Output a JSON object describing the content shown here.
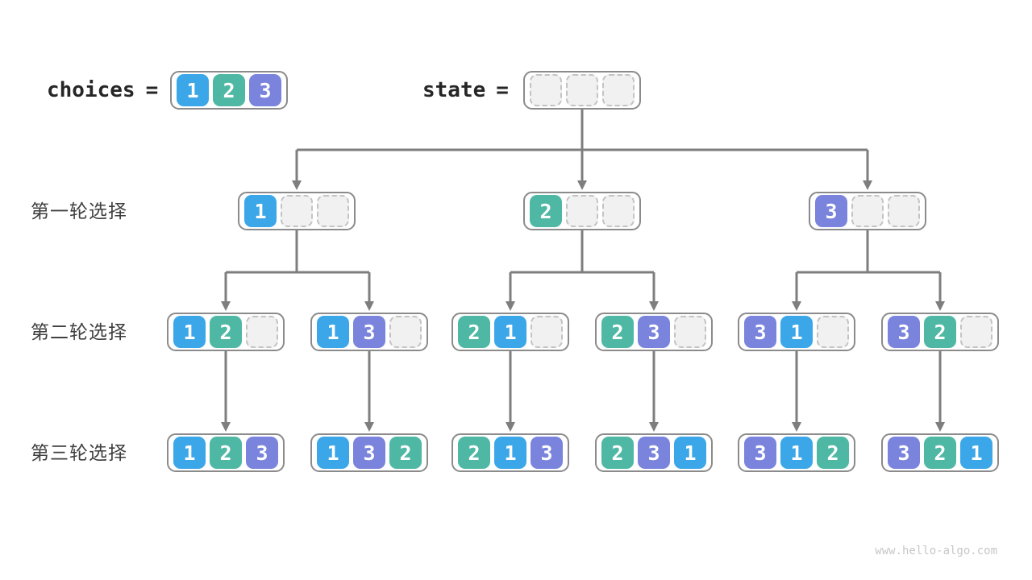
{
  "header": {
    "choices_label": "choices",
    "choices_eq": "=",
    "choices_values": [
      "1",
      "2",
      "3"
    ],
    "state_label": "state",
    "state_eq": "=",
    "state_slots": [
      "",
      "",
      ""
    ]
  },
  "rows": [
    {
      "label": "第一轮选择",
      "boxes": [
        [
          "1",
          "",
          ""
        ],
        [
          "2",
          "",
          ""
        ],
        [
          "3",
          "",
          ""
        ]
      ]
    },
    {
      "label": "第二轮选择",
      "boxes": [
        [
          "1",
          "2",
          ""
        ],
        [
          "1",
          "3",
          ""
        ],
        [
          "2",
          "1",
          ""
        ],
        [
          "2",
          "3",
          ""
        ],
        [
          "3",
          "1",
          ""
        ],
        [
          "3",
          "2",
          ""
        ]
      ]
    },
    {
      "label": "第三轮选择",
      "boxes": [
        [
          "1",
          "2",
          "3"
        ],
        [
          "1",
          "3",
          "2"
        ],
        [
          "2",
          "1",
          "3"
        ],
        [
          "2",
          "3",
          "1"
        ],
        [
          "3",
          "1",
          "2"
        ],
        [
          "3",
          "2",
          "1"
        ]
      ]
    }
  ],
  "colors": {
    "cells": {
      "1": "#3ba7e8",
      "2": "#4fb8a4",
      "3": "#7a84dc"
    },
    "empty_fill": "#f1f1f1",
    "empty_border": "#c3c3c3",
    "box_border": "#8b8b8b",
    "connector": "#7e7e7e",
    "label_text": "#3f3f3f",
    "code_text": "#262626",
    "watermark": "#c7c7c7"
  },
  "watermark": {
    "text": "www.hello-algo.com"
  }
}
